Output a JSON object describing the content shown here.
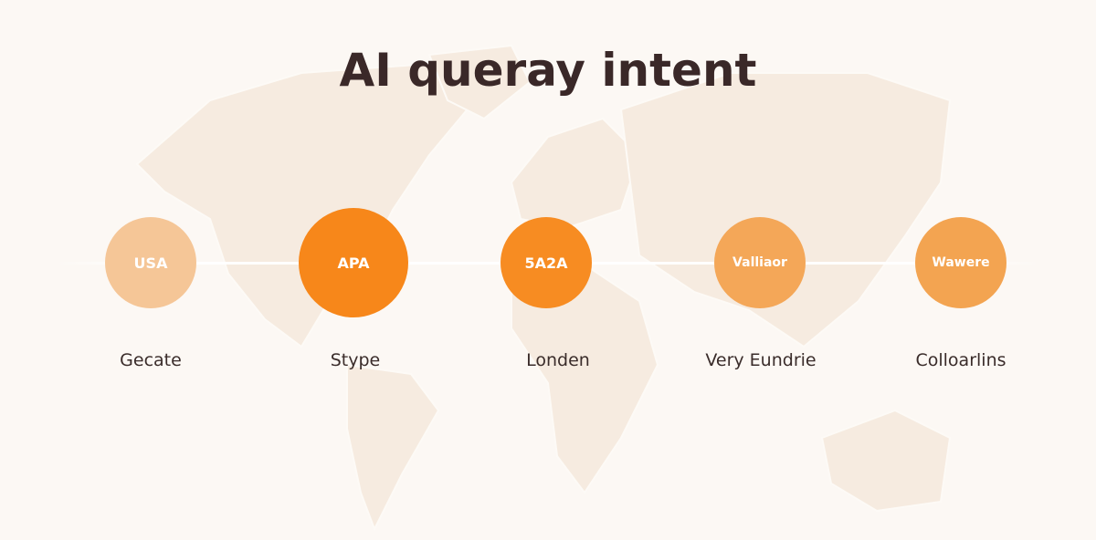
{
  "title": "AI queray intent",
  "nodes": [
    {
      "circle_text": "USA",
      "label": "Gecate",
      "color": "#f5c697"
    },
    {
      "circle_text": "APA",
      "label": "Stype",
      "color": "#f7871a"
    },
    {
      "circle_text": "5A2A",
      "label": "Londen",
      "color": "#f78c22"
    },
    {
      "circle_text": "Valliaor",
      "label": "Very Eundrie",
      "color": "#f4a758"
    },
    {
      "circle_text": "Wawere",
      "label": "Colloarlins",
      "color": "#f3a451"
    }
  ]
}
